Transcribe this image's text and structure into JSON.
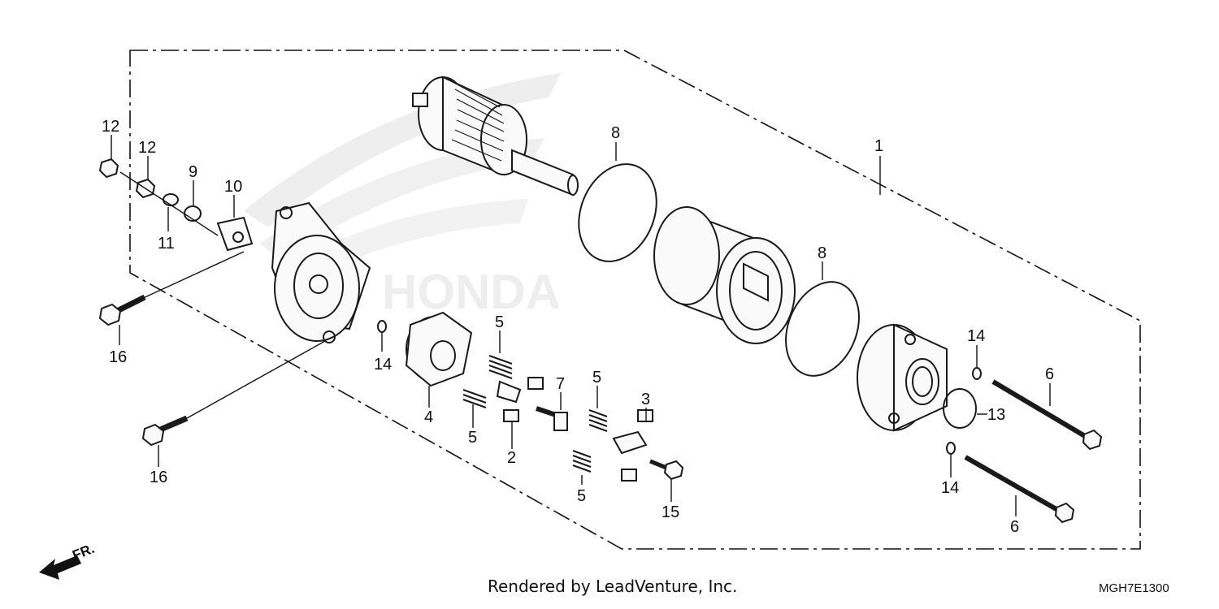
{
  "diagram": {
    "callouts": {
      "c12a": "12",
      "c12b": "12",
      "c9": "9",
      "c10": "10",
      "c11": "11",
      "c16a": "16",
      "c16b": "16",
      "c8a": "8",
      "c8b": "8",
      "c1": "1",
      "c5a": "5",
      "c5b": "5",
      "c5c": "5",
      "c5d": "5",
      "c14a": "14",
      "c14b": "14",
      "c14c": "14",
      "c4": "4",
      "c2": "2",
      "c7": "7",
      "c3": "3",
      "c15": "15",
      "c13": "13",
      "c6a": "6",
      "c6b": "6"
    },
    "front_marker": "FR.",
    "watermark": "HONDA",
    "footer_credit": "Rendered by LeadVenture, Inc.",
    "diagram_code": "MGH7E1300"
  }
}
